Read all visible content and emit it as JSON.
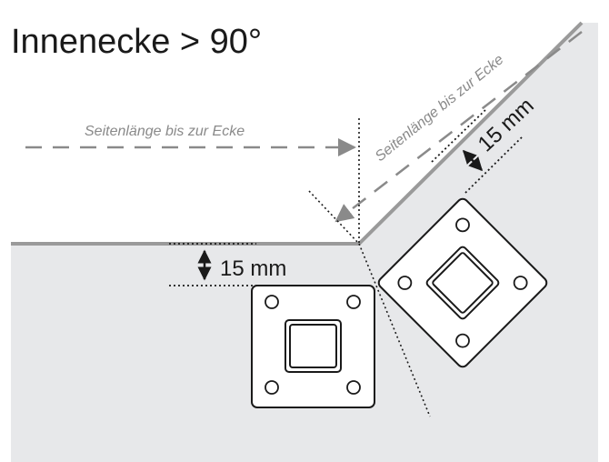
{
  "title": "Innenecke > 90°",
  "labels": {
    "side_length_horizontal": "Seitenlänge bis zur Ecke",
    "side_length_diagonal": "Seitenlänge bis zur Ecke",
    "offset_horizontal": "15 mm",
    "offset_diagonal": "15 mm"
  },
  "colors": {
    "surface": "#e7e8ea",
    "edge": "#9a9a9a",
    "dashed": "#8a8a8a",
    "plate_stroke": "#1a1a1a"
  },
  "icons": {
    "plate_straight": "mounting-plate-icon",
    "plate_rotated": "mounting-plate-icon",
    "dimension_arrow": "double-arrow-icon"
  }
}
